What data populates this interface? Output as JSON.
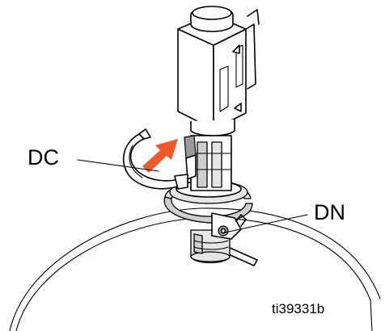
{
  "labels": {
    "dc": "DC",
    "dn": "DN",
    "figure_id": "ti39331b"
  },
  "colors": {
    "arrow": "#f05a28",
    "line": "#000000",
    "shade": "#cfcfcf"
  }
}
